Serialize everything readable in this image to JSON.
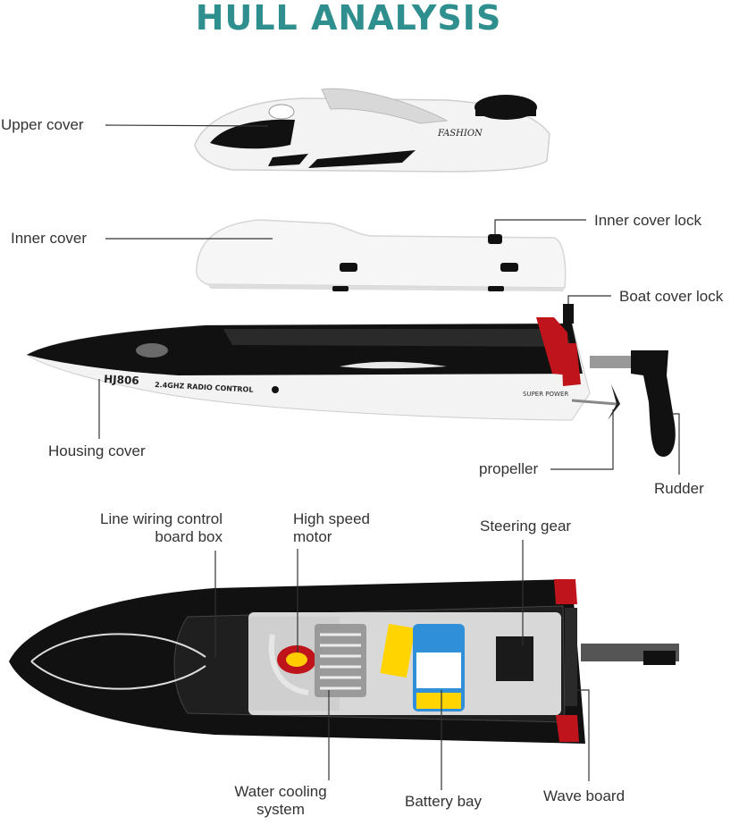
{
  "title": "HULL ANALYSIS",
  "labels": {
    "upper_cover": "Upper cover",
    "inner_cover": "Inner cover",
    "inner_cover_lock": "Inner cover lock",
    "boat_cover_lock": "Boat cover lock",
    "housing_cover": "Housing cover",
    "propeller": "propeller",
    "rudder": "Rudder",
    "line_wiring_1": "Line wiring control",
    "line_wiring_2": "board box",
    "motor_1": "High speed",
    "motor_2": "motor",
    "steering_gear": "Steering gear",
    "water_cooling_1": "Water cooling",
    "water_cooling_2": "system",
    "battery_bay": "Battery bay",
    "wave_board": "Wave board"
  },
  "boat_markings": {
    "model": "HJ806",
    "radio": "2.4GHZ RADIO CONTROL",
    "brand": "FASHION",
    "power": "SUPER POWER"
  },
  "colors": {
    "title": "#2f8f8e",
    "hull_white": "#f4f4f4",
    "hull_black": "#111111",
    "accent_red": "#c0141c",
    "battery_blue": "#2f8fd8"
  }
}
